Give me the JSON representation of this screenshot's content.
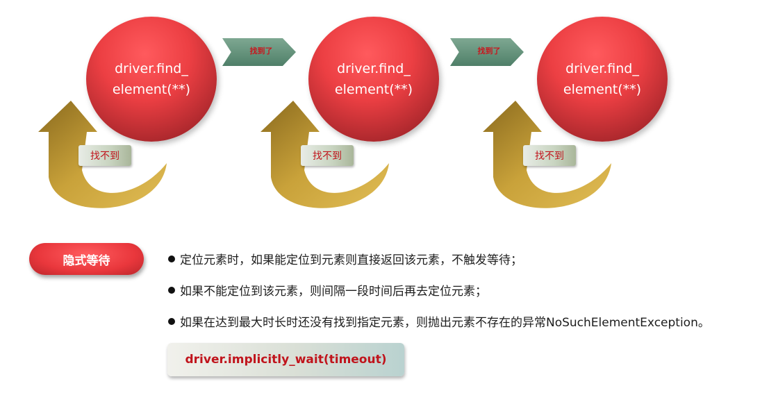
{
  "diagram": {
    "nodes": [
      {
        "label": "driver.find_\nelement(**)"
      },
      {
        "label": "driver.find_\nelement(**)"
      },
      {
        "label": "driver.find_\nelement(**)"
      }
    ],
    "found_label": "找到了",
    "not_found_label": "找不到",
    "colors": {
      "node": "#e8383d",
      "found_arrow": "#5e8b74",
      "loop_arrow": "#c9a23a",
      "label_text": "#c0141c"
    }
  },
  "section": {
    "title": "隐式等待",
    "bullets": [
      "定位元素时，如果能定位到元素则直接返回该元素，不触发等待；",
      "如果不能定位到该元素，则间隔一段时间后再去定位元素；",
      "如果在达到最大时长时还没有找到指定元素，则抛出元素不存在的异常NoSuchElementException。"
    ],
    "code": "driver.implicitly_wait(timeout)"
  }
}
